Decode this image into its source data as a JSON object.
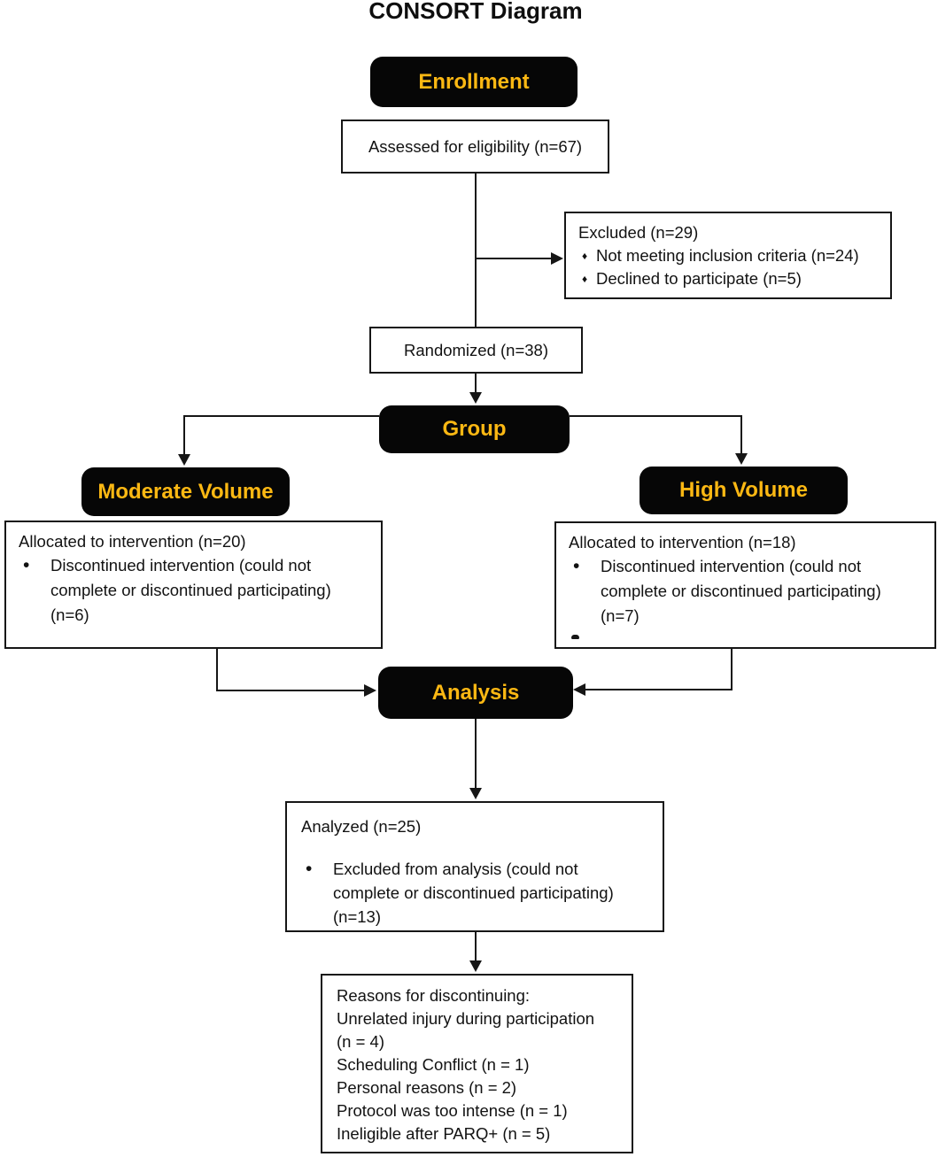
{
  "title": "CONSORT Diagram",
  "colors": {
    "accent_yellow": "#FCB813",
    "box_black": "#060606",
    "line_color": "#161616"
  },
  "stage_labels": {
    "enrollment": "Enrollment",
    "group": "Group",
    "moderate_volume": "Moderate Volume",
    "high_volume": "High Volume",
    "analysis": "Analysis"
  },
  "boxes": {
    "assessed": {
      "text": "Assessed for eligibility (n=67)"
    },
    "excluded": {
      "title": "Excluded (n=29)",
      "bullet_char": "♦",
      "items": [
        "Not meeting inclusion criteria (n=24)",
        "Declined to participate (n=5)"
      ]
    },
    "randomized": {
      "text": "Randomized (n=38)"
    },
    "allocated_moderate": {
      "title": "Allocated to intervention (n=20)",
      "bullet_char": "•",
      "bullet_lines": [
        "Discontinued intervention (could not",
        "complete or discontinued participating)",
        "(n=6)"
      ]
    },
    "allocated_high": {
      "title": "Allocated to intervention (n=18)",
      "bullet_char": "•",
      "bullet_lines": [
        "Discontinued intervention (could not",
        "complete or discontinued participating)",
        "(n=7)"
      ]
    },
    "analyzed": {
      "title": "Analyzed (n=25)",
      "bullet_char": "•",
      "bullet_lines": [
        "Excluded from analysis (could not",
        "complete or discontinued participating)",
        "(n=13)"
      ]
    },
    "reasons": {
      "lines": [
        "Reasons for discontinuing:",
        "Unrelated injury during participation",
        "(n = 4)",
        "Scheduling Conflict (n = 1)",
        "Personal reasons (n = 2)",
        "Protocol was too intense (n = 1)",
        "Ineligible after PARQ+ (n = 5)"
      ]
    }
  }
}
